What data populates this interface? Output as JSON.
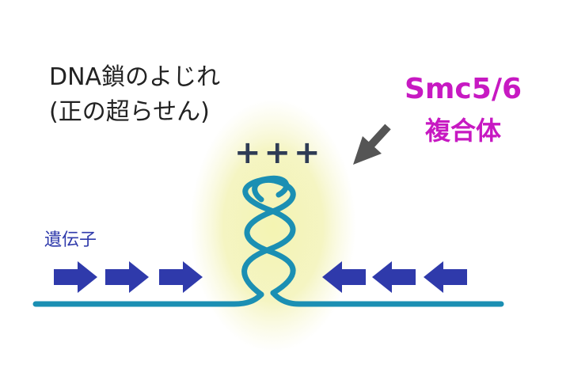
{
  "labels": {
    "twist_line1": "DNA鎖のよじれ",
    "twist_line2": "(正の超らせん)",
    "complex_line1": "Smc5/6",
    "complex_line2": "複合体",
    "gene": "遺伝子",
    "supercoil_sign": "+++"
  },
  "colors": {
    "dna": "#1b8fb3",
    "gene_arrow": "#2f3aab",
    "complex_text": "#c719c2",
    "pointer_arrow": "#555555",
    "glow": "#f1f1a6",
    "plus": "#2f3c55",
    "text": "#222222"
  },
  "icons": {
    "gene_arrows_left": "arrow-right-icon",
    "gene_arrows_right": "arrow-left-icon",
    "pointer": "pointer-arrow-icon"
  }
}
